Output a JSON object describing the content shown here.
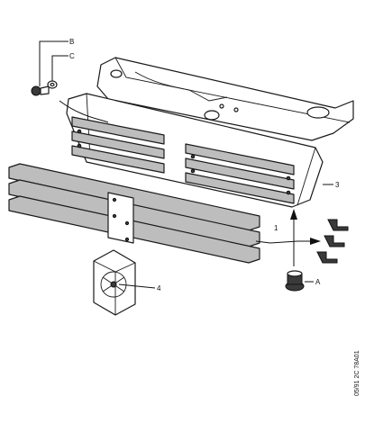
{
  "diagram": {
    "labels": {
      "B": "B",
      "C": "C",
      "A": "A",
      "n1": "1",
      "n3": "3",
      "n4": "4"
    },
    "code": "05/91  2C 78A01",
    "colors": {
      "ink": "#1a1a1a",
      "fin_fill": "#bdbdbd",
      "background": "#ffffff"
    }
  }
}
